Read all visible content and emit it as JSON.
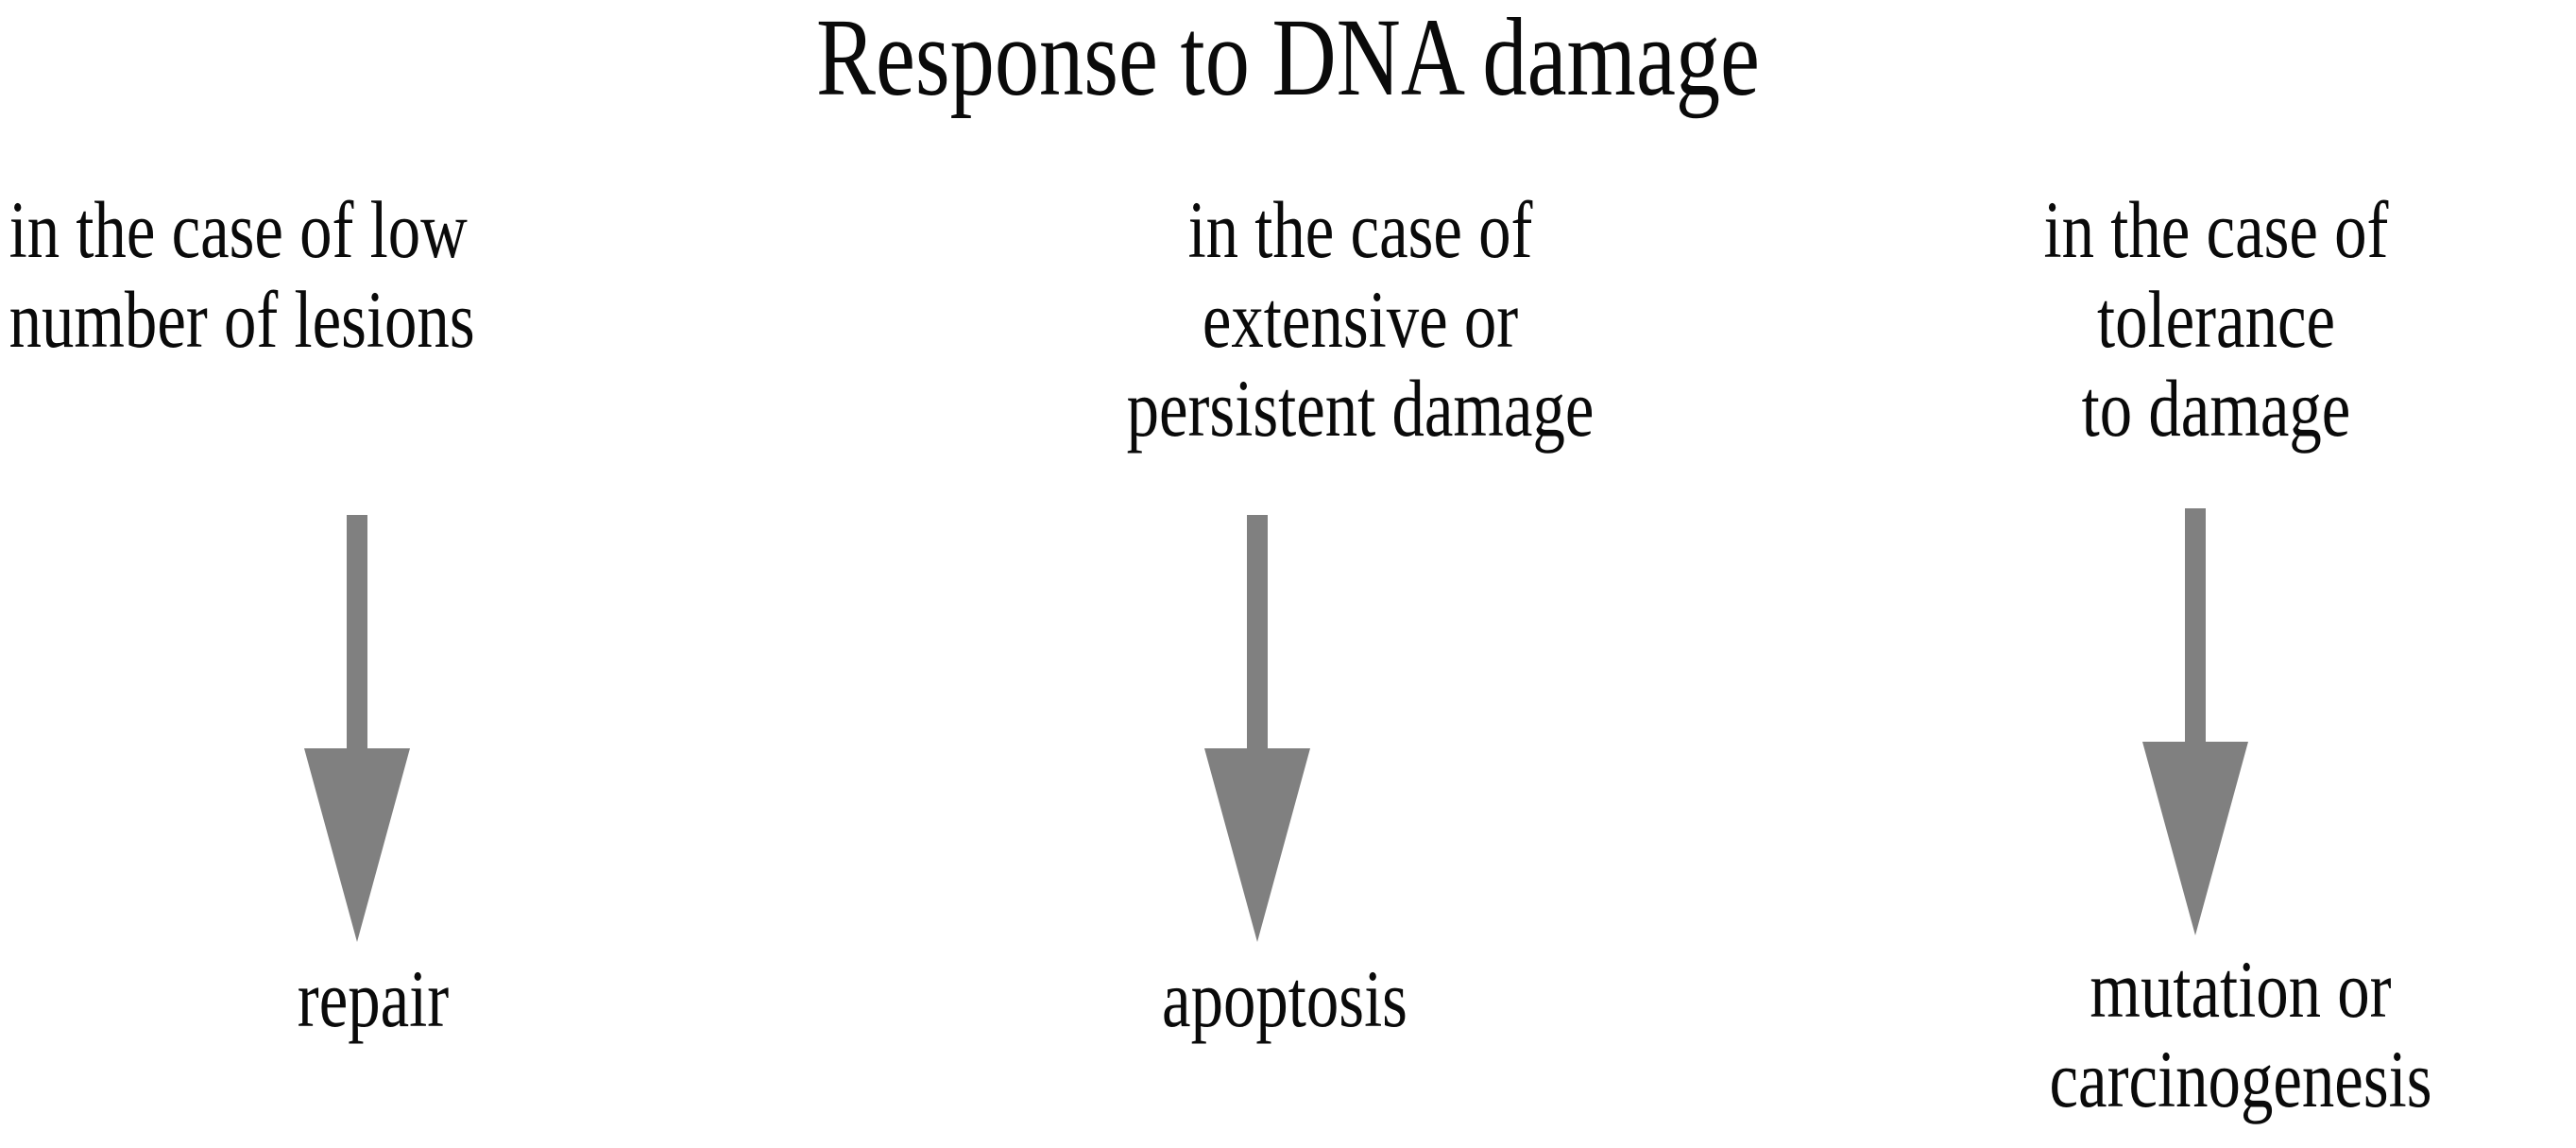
{
  "diagram": {
    "title": "Response to DNA damage",
    "background_color": "#ffffff",
    "text_color": "#000000",
    "arrow_color": "#808080",
    "branches": [
      {
        "id": "repair",
        "condition_lines": [
          "in the case of low",
          "number of lesions"
        ],
        "arrow": {
          "name": "down-arrow-icon",
          "direction": "down",
          "color": "#808080"
        },
        "outcome_lines": [
          "repair"
        ]
      },
      {
        "id": "apoptosis",
        "condition_lines": [
          "in the case of",
          "extensive or",
          "persistent damage"
        ],
        "arrow": {
          "name": "down-arrow-icon",
          "direction": "down",
          "color": "#808080"
        },
        "outcome_lines": [
          "apoptosis"
        ]
      },
      {
        "id": "mutation-or-carcinogenesis",
        "condition_lines": [
          "in the case of",
          "tolerance",
          "to damage"
        ],
        "arrow": {
          "name": "down-arrow-icon",
          "direction": "down",
          "color": "#808080"
        },
        "outcome_lines": [
          "mutation or",
          "carcinogenesis"
        ]
      }
    ]
  }
}
